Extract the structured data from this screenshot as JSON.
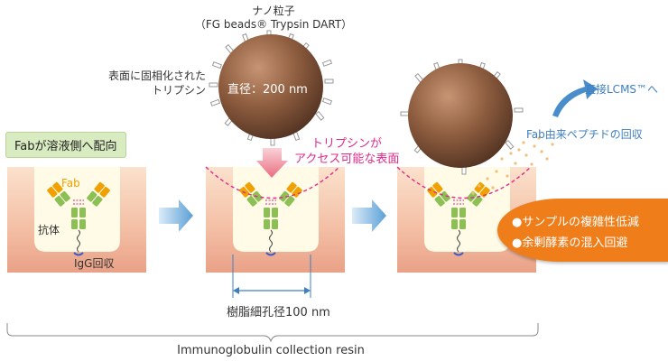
{
  "labels": {
    "nano_title": "ナノ粒子",
    "nano_subtitle": "（FG beads® Trypsin DART）",
    "surface_trypsin_line1": "表面に固相化された",
    "surface_trypsin_line2": "トリプシン",
    "diameter": "直径：200 nm",
    "fab_tag": "Fabが溶液側へ配向",
    "fab": "Fab",
    "antibody": "抗体",
    "igg": "IgG回収",
    "trypsin_access_line1": "トリプシンが",
    "trypsin_access_line2": "アクセス可能な表面",
    "direct_lcms": "直接LCMS™へ",
    "fab_peptide": "Fab由来ペプチドの回収",
    "benefit_1": "●サンプルの複雑性低減",
    "benefit_2": "●余剰酵素の混入回避",
    "pore_size": "樹脂細孔径100 nm",
    "resin": "Immunoglobulin collection resin"
  },
  "colors": {
    "bead": "#8a5a3c",
    "resin_outer": "#eea98f",
    "resin_inner": "#fffbe6",
    "pink": "#e02a8a",
    "arrow_blue": "#5aa0d6",
    "badge_orange": "#ef7d19",
    "tag_green": "#d8ebc1",
    "fab_orange": "#f0a000",
    "antibody_green": "#8cbf54"
  },
  "icons": [
    "nanoparticle-icon",
    "antibody-icon",
    "down-arrow-icon",
    "right-arrow-icon",
    "curved-arrow-icon"
  ]
}
